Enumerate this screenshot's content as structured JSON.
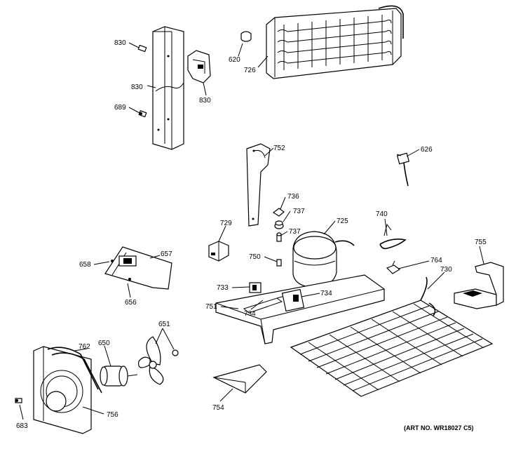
{
  "labels": {
    "p830a": "830",
    "p830b": "830",
    "p830c": "830",
    "p689": "689",
    "p620": "620",
    "p726": "726",
    "p752": "752",
    "p626": "626",
    "p736": "736",
    "p737a": "737",
    "p737b": "737",
    "p729": "729",
    "p725": "725",
    "p740": "740",
    "p755": "755",
    "p658": "658",
    "p657": "657",
    "p656": "656",
    "p750": "750",
    "p764": "764",
    "p730": "730",
    "p733": "733",
    "p751": "751",
    "p734a": "734",
    "p734b": "734",
    "p651": "651",
    "p762": "762",
    "p650": "650",
    "p756": "756",
    "p754": "754",
    "p683": "683"
  },
  "art_number": "(ART NO. WR18027 C5)"
}
